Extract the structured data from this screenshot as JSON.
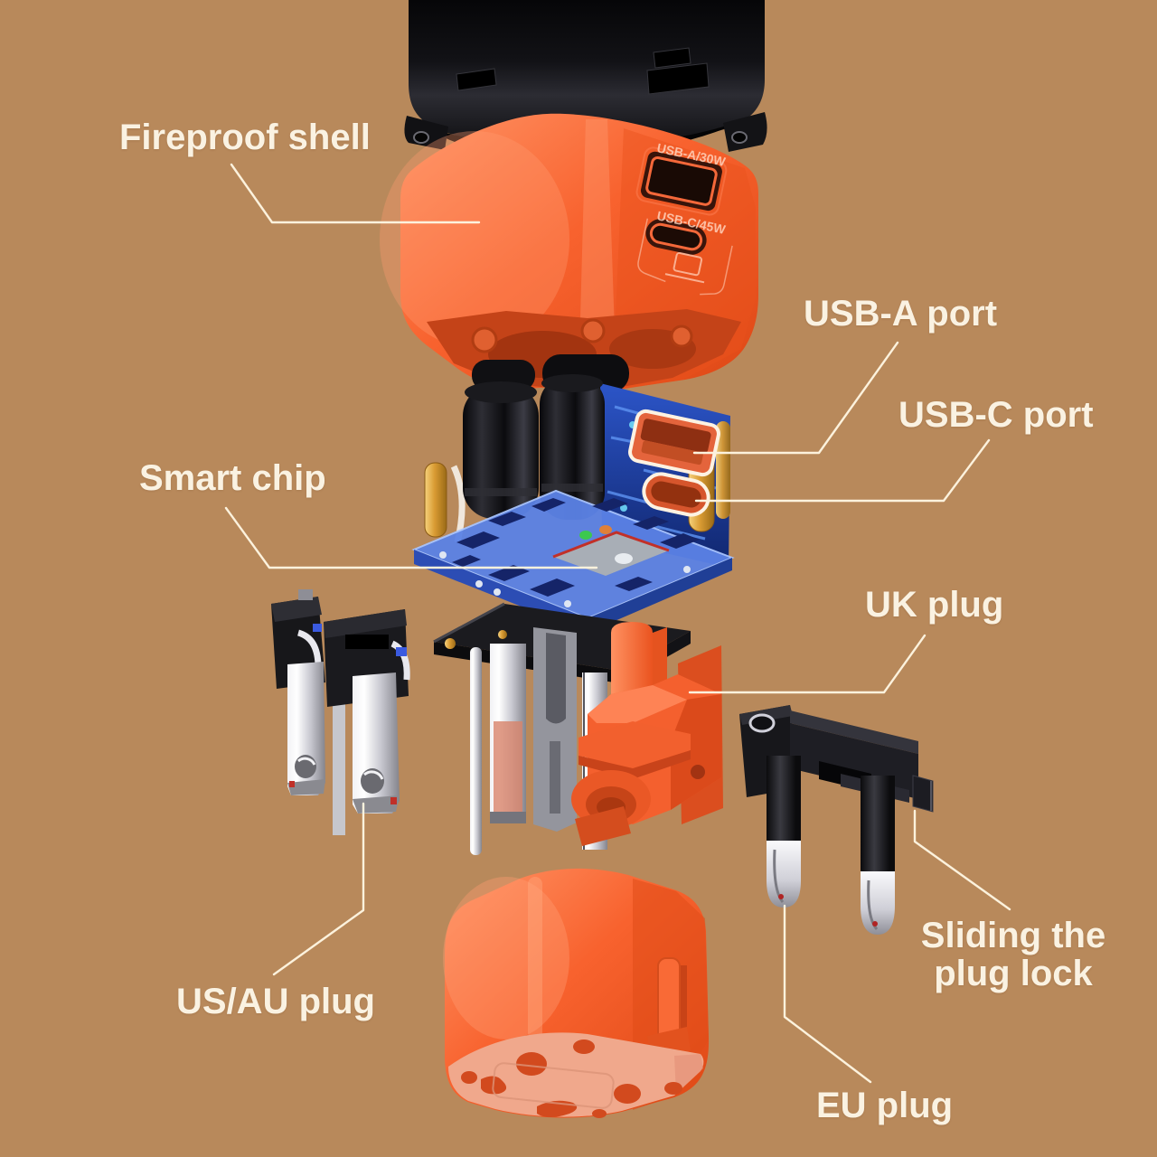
{
  "scene": {
    "description": "Exploded view diagram of a universal travel adapter with annotated parts",
    "colors": {
      "background": "#b8895b",
      "label": "#faf2e2",
      "leader": "#fcf2dd",
      "shell_orange": "#f8622e",
      "shell_pink_underside": "#f0a88c",
      "pcb_blue": "#3b63d0",
      "gold_pin": "#d99b33",
      "chrome": "#d4d4dc",
      "plastic_black": "#141416"
    }
  },
  "callouts": {
    "fireproof_shell": "Fireproof shell",
    "usb_a_port": "USB-A port",
    "usb_c_port": "USB-C port",
    "smart_chip": "Smart chip",
    "uk_plug": "UK plug",
    "sliding_plug_lock": "Sliding the plug lock",
    "us_au_plug": "US/AU plug",
    "eu_plug": "EU plug"
  },
  "engravings": {
    "usb_a": "USB-A/30W",
    "usb_c": "USB-C/45W"
  }
}
